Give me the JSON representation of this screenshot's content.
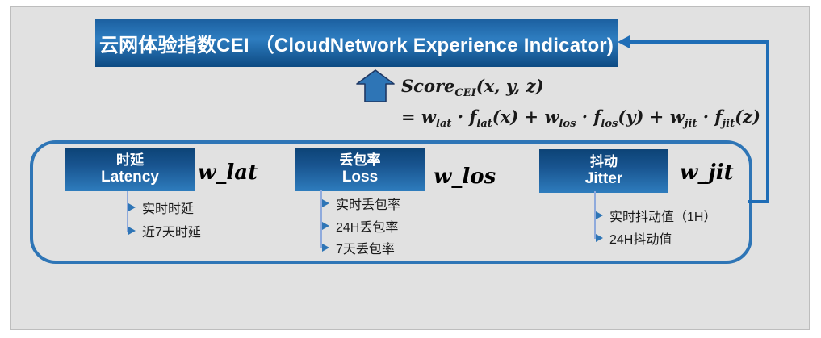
{
  "title": "云网体验指数CEI （CloudNetwork Experience Indicator)",
  "formula": {
    "line1": {
      "name": "Score",
      "sub": "CEI",
      "args": "(x, y, z)"
    },
    "eq": "= ",
    "dot": " · ",
    "plus": " + ",
    "terms": [
      {
        "w": "w",
        "wsub": "lat",
        "f": "f",
        "fsub": "lat",
        "arg": "(x)"
      },
      {
        "w": "w",
        "wsub": "los",
        "f": "f",
        "fsub": "los",
        "arg": "(y)"
      },
      {
        "w": "w",
        "wsub": "jit",
        "f": "f",
        "fsub": "jit",
        "arg": "(z)"
      }
    ]
  },
  "groups": [
    {
      "title_zh": "时延",
      "title_en": "Latency",
      "weight": "w_lat",
      "items": [
        "实时时延",
        "近7天时延"
      ]
    },
    {
      "title_zh": "丢包率",
      "title_en": "Loss",
      "weight": "w_los",
      "items": [
        "实时丢包率",
        "24H丢包率",
        "7天丢包率"
      ]
    },
    {
      "title_zh": "抖动",
      "title_en": "Jitter",
      "weight": "w_jit",
      "items": [
        "实时抖动值（1H）",
        "24H抖动值"
      ]
    }
  ],
  "icons": {
    "up_arrow": "block-arrow-up",
    "left_arrow": "arrowhead-left",
    "bullet": "triangle-right"
  },
  "colors": {
    "panel_bg": "#e1e1e1",
    "box_gradient_top": "#0c4376",
    "box_gradient_bottom": "#2e7cbd",
    "title_gradient_mid": "#2e7dc0",
    "container_border": "#2e75b6",
    "connector": "#1f6db6",
    "tree_line": "#8faadc",
    "text_dark": "#1a1a1a"
  }
}
